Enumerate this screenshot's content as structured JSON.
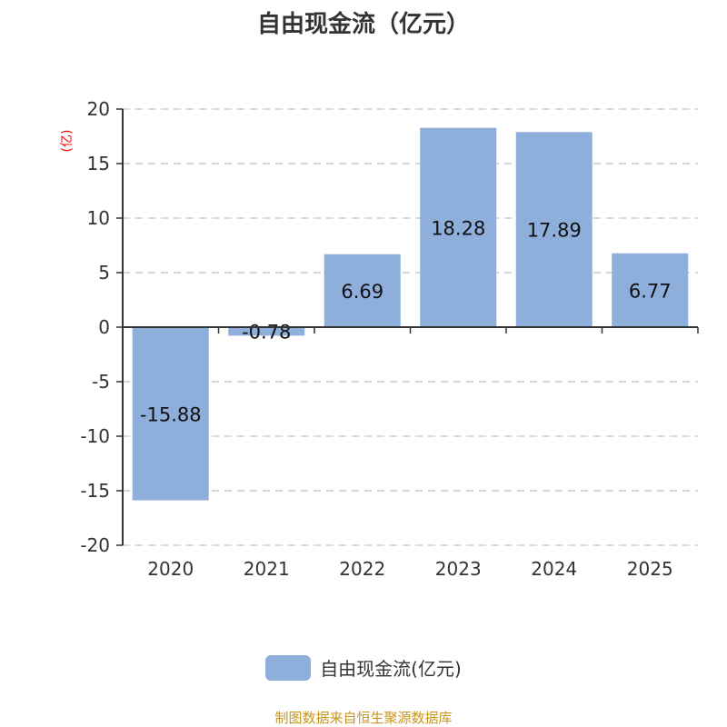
{
  "chart_data": {
    "type": "bar",
    "title": "自由现金流（亿元）",
    "ylabel": "(亿)",
    "xlabel": "",
    "categories": [
      "2020",
      "2021",
      "2022",
      "2023",
      "2024",
      "2025"
    ],
    "series": [
      {
        "name": "自由现金流(亿元)",
        "values": [
          -15.88,
          -0.78,
          6.69,
          18.28,
          17.89,
          6.77
        ]
      }
    ],
    "labels": [
      "-15.88",
      "-0.78",
      "6.69",
      "18.28",
      "17.89",
      "6.77"
    ],
    "ylim": [
      -20,
      20
    ],
    "yticks": [
      20,
      15,
      10,
      5,
      0,
      -5,
      -10,
      -15,
      -20
    ],
    "grid": true,
    "legend": "bottom",
    "colors": {
      "bar": "#8eaedb",
      "ylabel": "#ff0000",
      "source": "#c8941e"
    }
  },
  "source": "制图数据来自恒生聚源数据库"
}
